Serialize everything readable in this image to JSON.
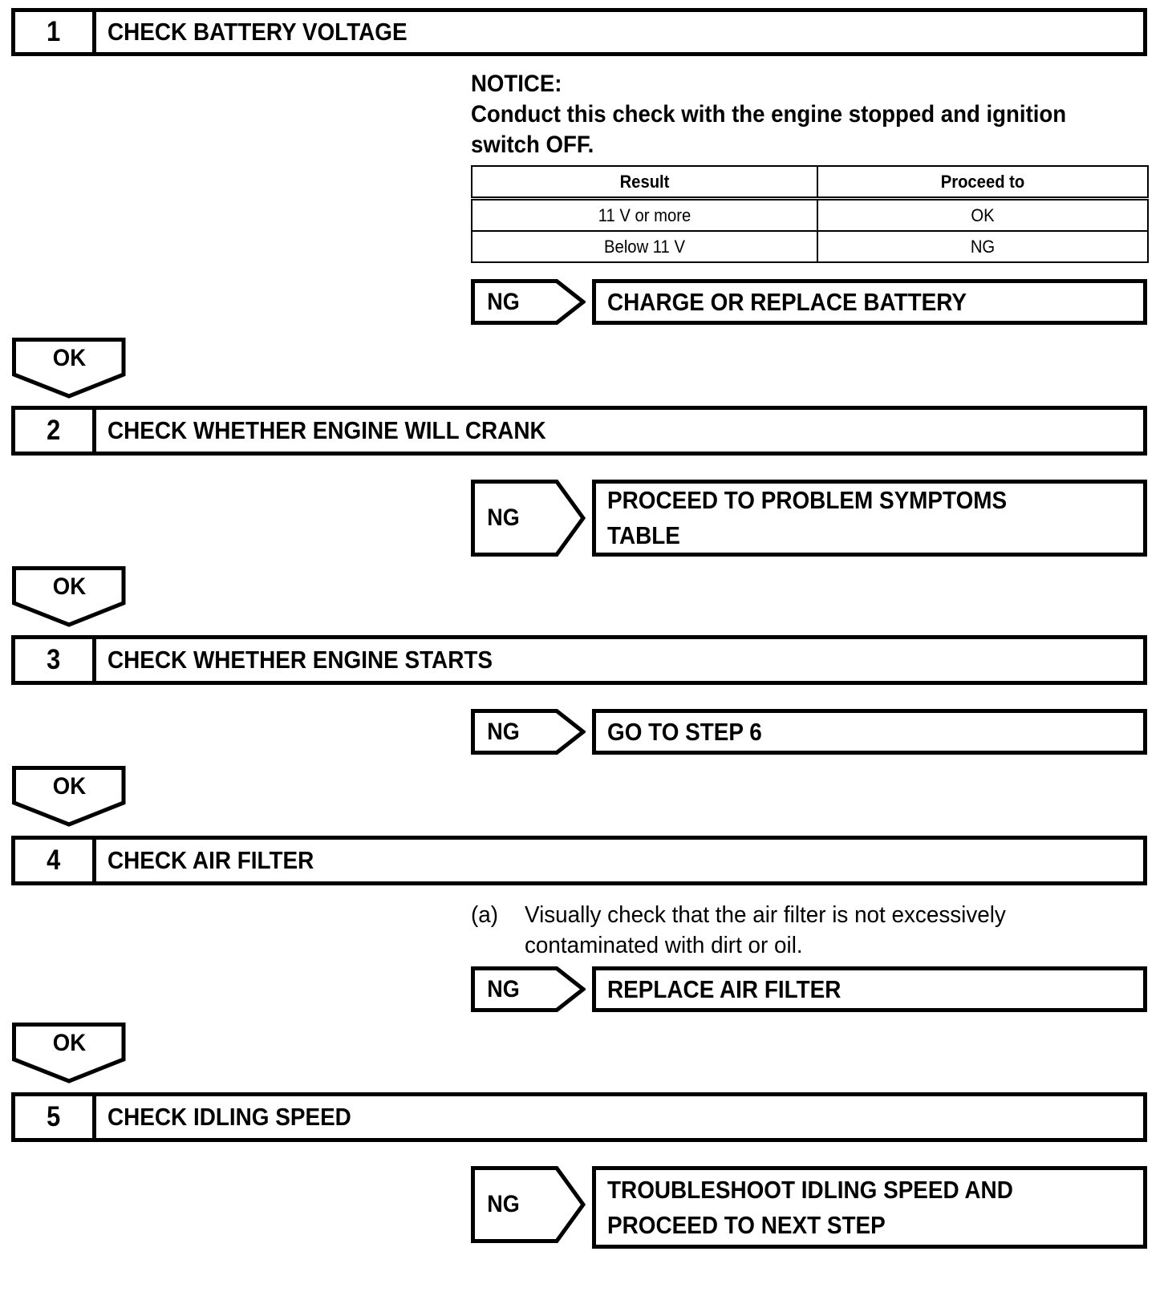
{
  "document": {
    "type": "troubleshooting-flowchart",
    "title": "Engine Troubleshooting Procedure"
  },
  "steps": [
    {
      "number": "1",
      "title": "CHECK BATTERY VOLTAGE",
      "notice": {
        "heading": "NOTICE:",
        "line1": "Conduct this check with the engine stopped and ignition",
        "line2": "switch OFF."
      },
      "result_table": {
        "headers": [
          "Result",
          "Proceed to"
        ],
        "rows": [
          [
            "11 V or more",
            "OK"
          ],
          [
            "Below 11 V",
            "NG"
          ]
        ]
      },
      "ng": {
        "label": "NG",
        "target_line1": "CHARGE OR REPLACE BATTERY",
        "target_line2": ""
      },
      "ok": {
        "label": "OK"
      }
    },
    {
      "number": "2",
      "title": "CHECK WHETHER ENGINE WILL CRANK",
      "ng": {
        "label": "NG",
        "target_line1": "PROCEED TO PROBLEM SYMPTOMS",
        "target_line2": "TABLE"
      },
      "ok": {
        "label": "OK"
      }
    },
    {
      "number": "3",
      "title": "CHECK WHETHER ENGINE STARTS",
      "ng": {
        "label": "NG",
        "target_line1": "GO TO STEP 6",
        "target_line2": ""
      },
      "ok": {
        "label": "OK"
      }
    },
    {
      "number": "4",
      "title": "CHECK AIR FILTER",
      "instruction": {
        "marker": "(a)",
        "line1": "Visually check that the air filter is not excessively",
        "line2": "contaminated with dirt or oil."
      },
      "ng": {
        "label": "NG",
        "target_line1": "REPLACE AIR FILTER",
        "target_line2": ""
      },
      "ok": {
        "label": "OK"
      }
    },
    {
      "number": "5",
      "title": "CHECK IDLING SPEED",
      "ng": {
        "label": "NG",
        "target_line1": "TROUBLESHOOT IDLING SPEED AND",
        "target_line2": "PROCEED TO NEXT STEP"
      }
    }
  ],
  "colors": {
    "ink": "#000000",
    "paper": "#ffffff"
  }
}
